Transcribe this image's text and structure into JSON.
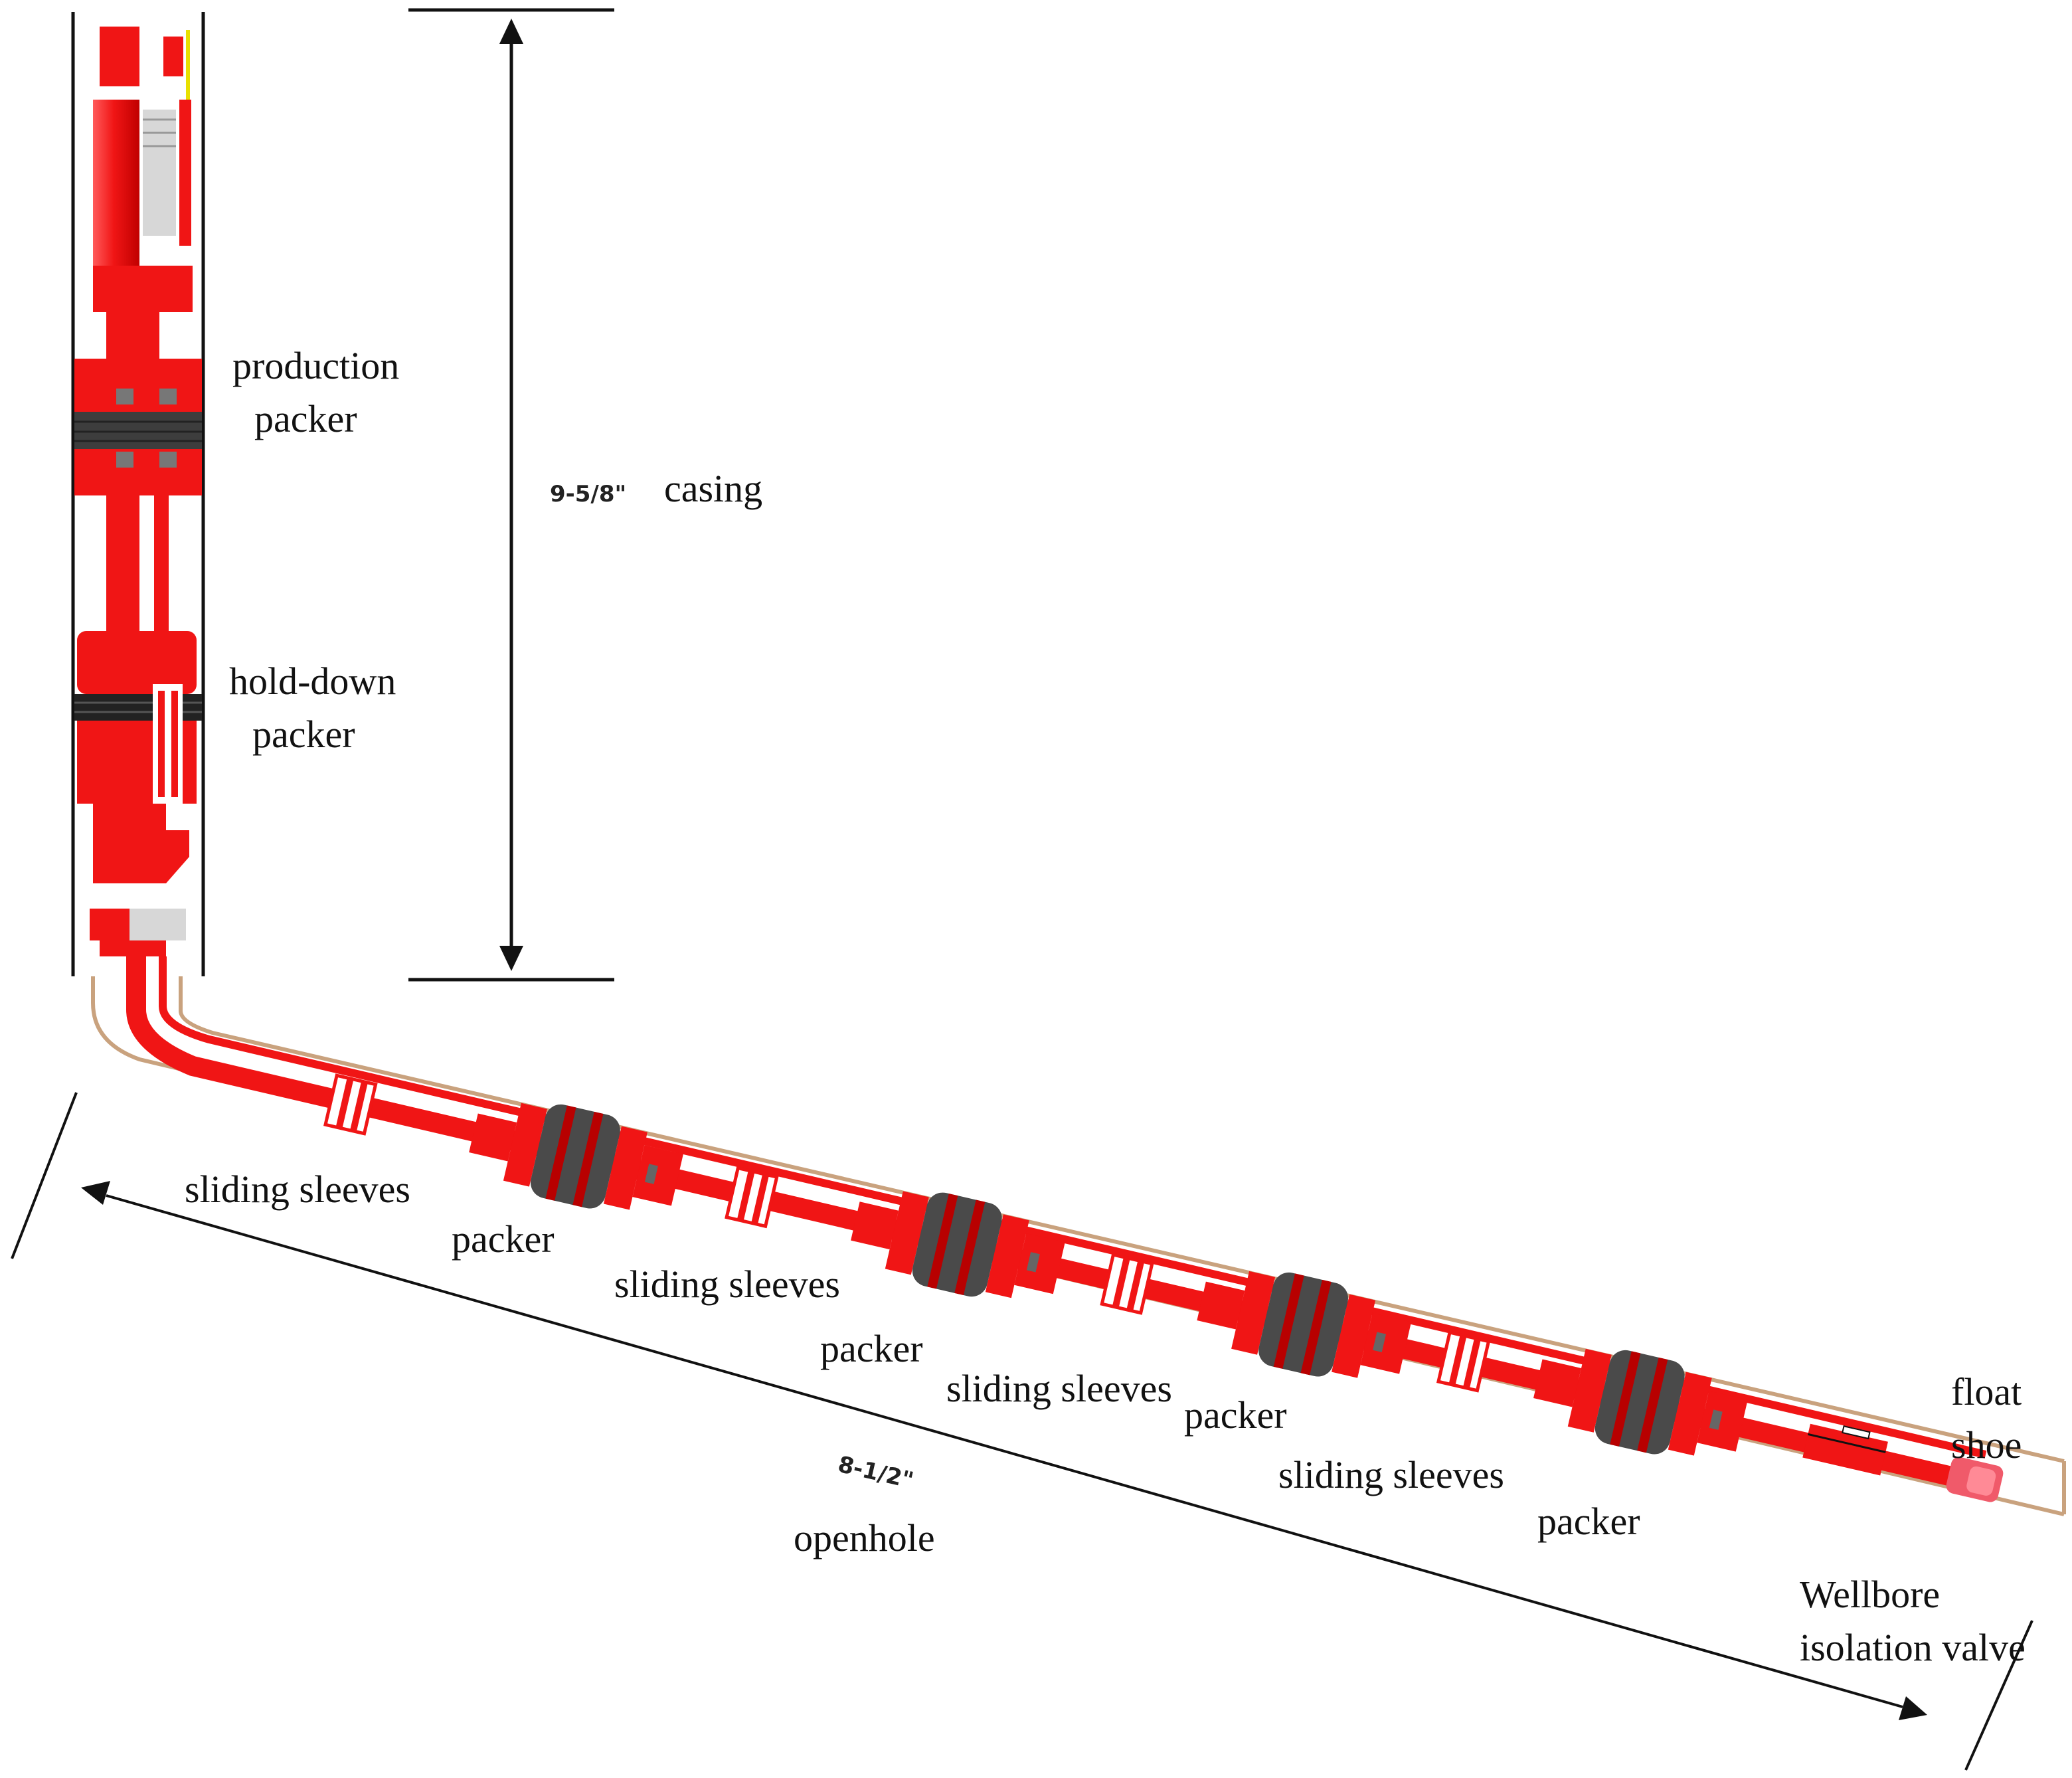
{
  "labels": {
    "production_packer": [
      "production",
      "packer"
    ],
    "hold_down_packer": [
      "hold-down",
      "packer"
    ],
    "casing_size": "9-5/8\"",
    "casing": "casing",
    "openhole_size": "8-1/2\"",
    "openhole": "openhole",
    "float_shoe": [
      "float",
      "shoe"
    ],
    "wellbore_isolation_valve": [
      "Wellbore",
      "isolation valve"
    ],
    "sliding_sleeves": [
      "sliding sleeves",
      "sliding sleeves",
      "sliding sleeves",
      "sliding sleeves"
    ],
    "packers": [
      "packer",
      "packer",
      "packer",
      "packer"
    ]
  },
  "colors": {
    "tool_red": "#f01515",
    "dark_red": "#b80000",
    "element_gray": "#4a4a4a",
    "openhole_tan": "#c9a27e",
    "line": "#111111",
    "silver": "#d7d7d7",
    "marker_yellow": "#e8e000"
  }
}
